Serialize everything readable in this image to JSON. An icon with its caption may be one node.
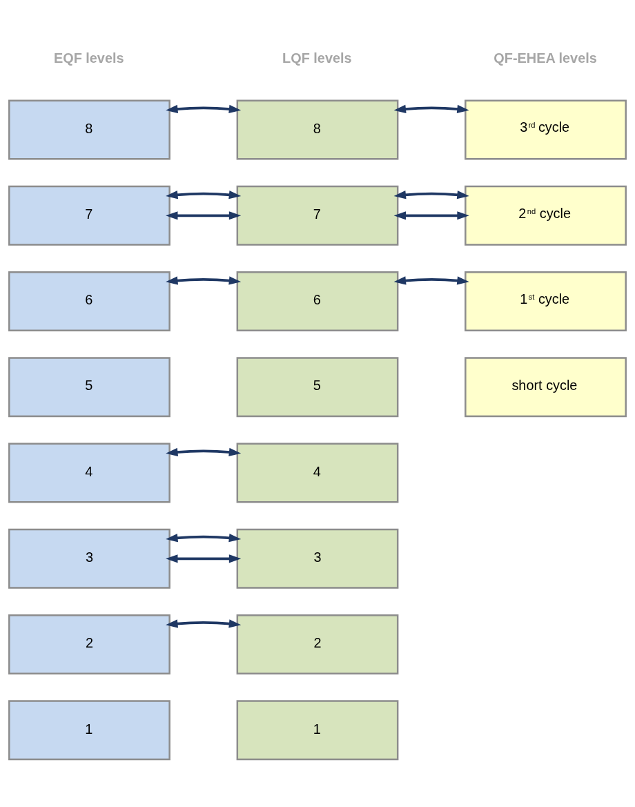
{
  "diagram": {
    "nodes": [
      {
        "text": [
          "8"
        ]
      },
      {
        "text": [
          "7"
        ]
      },
      {
        "text": [
          "6"
        ]
      },
      {
        "text": [
          "5"
        ]
      },
      {
        "text": [
          "4"
        ]
      },
      {
        "text": [
          "3"
        ]
      },
      {
        "text": [
          "2"
        ]
      },
      {
        "text": [
          "1"
        ]
      },
      {
        "text": [
          "8"
        ]
      },
      {
        "text": [
          "7"
        ]
      },
      {
        "text": [
          "6"
        ]
      },
      {
        "text": [
          "5"
        ]
      },
      {
        "text": [
          "4"
        ]
      },
      {
        "text": [
          "3"
        ]
      },
      {
        "text": [
          "2"
        ]
      },
      {
        "text": [
          "1"
        ]
      },
      {
        "text": [
          "3$^{rd}$ cycle"
        ]
      },
      {
        "text": [
          "2$^{nd}$ cycle"
        ]
      },
      {
        "text": [
          "1$^{st}$ cycle"
        ]
      },
      {
        "text": [
          "short cycle"
        ]
      }
    ],
    "edges": [
      {
        "from": 0,
        "to": 8,
        "arrow": "both"
      },
      {
        "from": 1,
        "to": 9,
        "arrow": "both"
      },
      {
        "from": 1,
        "to": 9,
        "arrow": "both"
      },
      {
        "from": 2,
        "to": 10,
        "arrow": "both"
      },
      {
        "from": 4,
        "to": 12,
        "arrow": "both"
      },
      {
        "from": 5,
        "to": 13,
        "arrow": "both"
      },
      {
        "from": 5,
        "to": 13,
        "arrow": "both"
      },
      {
        "from": 6,
        "to": 14,
        "arrow": "both"
      },
      {
        "from": 8,
        "to": 16,
        "arrow": "both"
      },
      {
        "from": 9,
        "to": 17,
        "arrow": "both"
      },
      {
        "from": 9,
        "to": 17,
        "arrow": "both"
      },
      {
        "from": 10,
        "to": 18,
        "arrow": "both"
      }
    ],
    "labels": [
      "EQF levels",
      "LQF levels",
      "QF-EHEA levels"
    ]
  }
}
